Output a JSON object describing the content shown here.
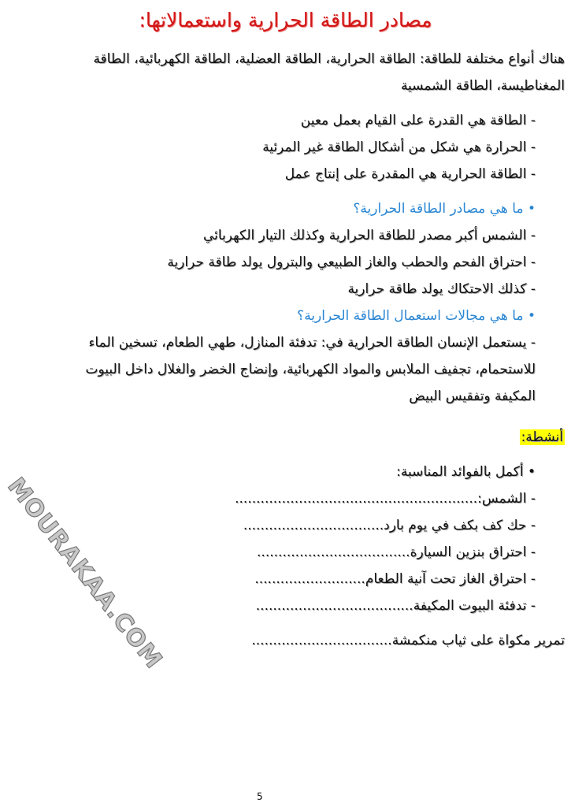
{
  "title": "مصادر الطاقة الحرارية واستعمالاتها:",
  "intro": [
    "هناك أنواع مختلفة للطاقة: الطاقة الحرارية، الطاقة العضلية، الطاقة الكهربائية، الطاقة",
    "المغناطيسة، الطاقة الشمسية"
  ],
  "definitions": [
    "الطاقة هي القدرة على القيام بعمل معين",
    "الحرارة هي شكل من أشكال الطاقة غير المرئية",
    "الطاقة الحرارية هي المقدرة على إنتاج عمل"
  ],
  "q1": "ما هي مصادر الطاقة الحرارية؟",
  "sources": [
    "الشمس أكبر مصدر للطاقة الحرارية وكذلك التيار الكهربائي",
    "احتراق الفحم والحطب والغاز الطبيعي والبترول يولد طاقة حرارية",
    "كذلك الاحتكاك يولد طاقة حرارية"
  ],
  "q2": "ما هي مجالات استعمال الطاقة الحرارية؟",
  "uses": [
    "يستعمل الإنسان الطاقة الحرارية في: تدفئة المنازل، طهي الطعام، تسخين الماء",
    "للاستحمام، تجفيف الملابس والمواد الكهربائية، وإنضاج الخضر والغلال داخل البيوت",
    "المكيفة وتفقيس البيض"
  ],
  "activities_label": "أنشطة:",
  "activity_prompt": "أكمل بالفوائد المناسبة:",
  "exercises": [
    "الشمس:.........................................................",
    "حك كف بكف في يوم بارد.................................",
    "احتراق بنزين السيارة....................................",
    "احتراق الغاز تحت آنية الطعام..........................",
    "تدفئة البيوت المكيفة....................................."
  ],
  "last_exercise": "تمرير مكواة على ثياب منكمشة.................................",
  "watermark": "MOURAKAA.COM",
  "page_number": "5"
}
